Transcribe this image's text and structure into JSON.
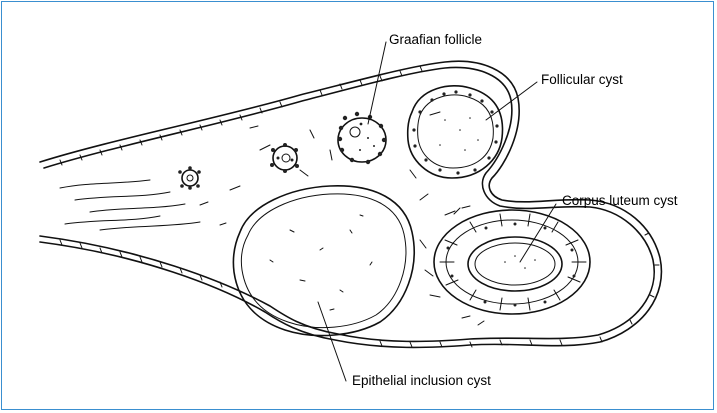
{
  "labels": {
    "graafian_follicle": "Graafian follicle",
    "follicular_cyst": "Follicular cyst",
    "corpus_luteum_cyst": "Corpus luteum cyst",
    "epithelial_inclusion_cyst": "Epithelial inclusion cyst"
  },
  "colors": {
    "frame_border": "#3a8fd0",
    "ink": "#111111",
    "background": "#ffffff"
  }
}
